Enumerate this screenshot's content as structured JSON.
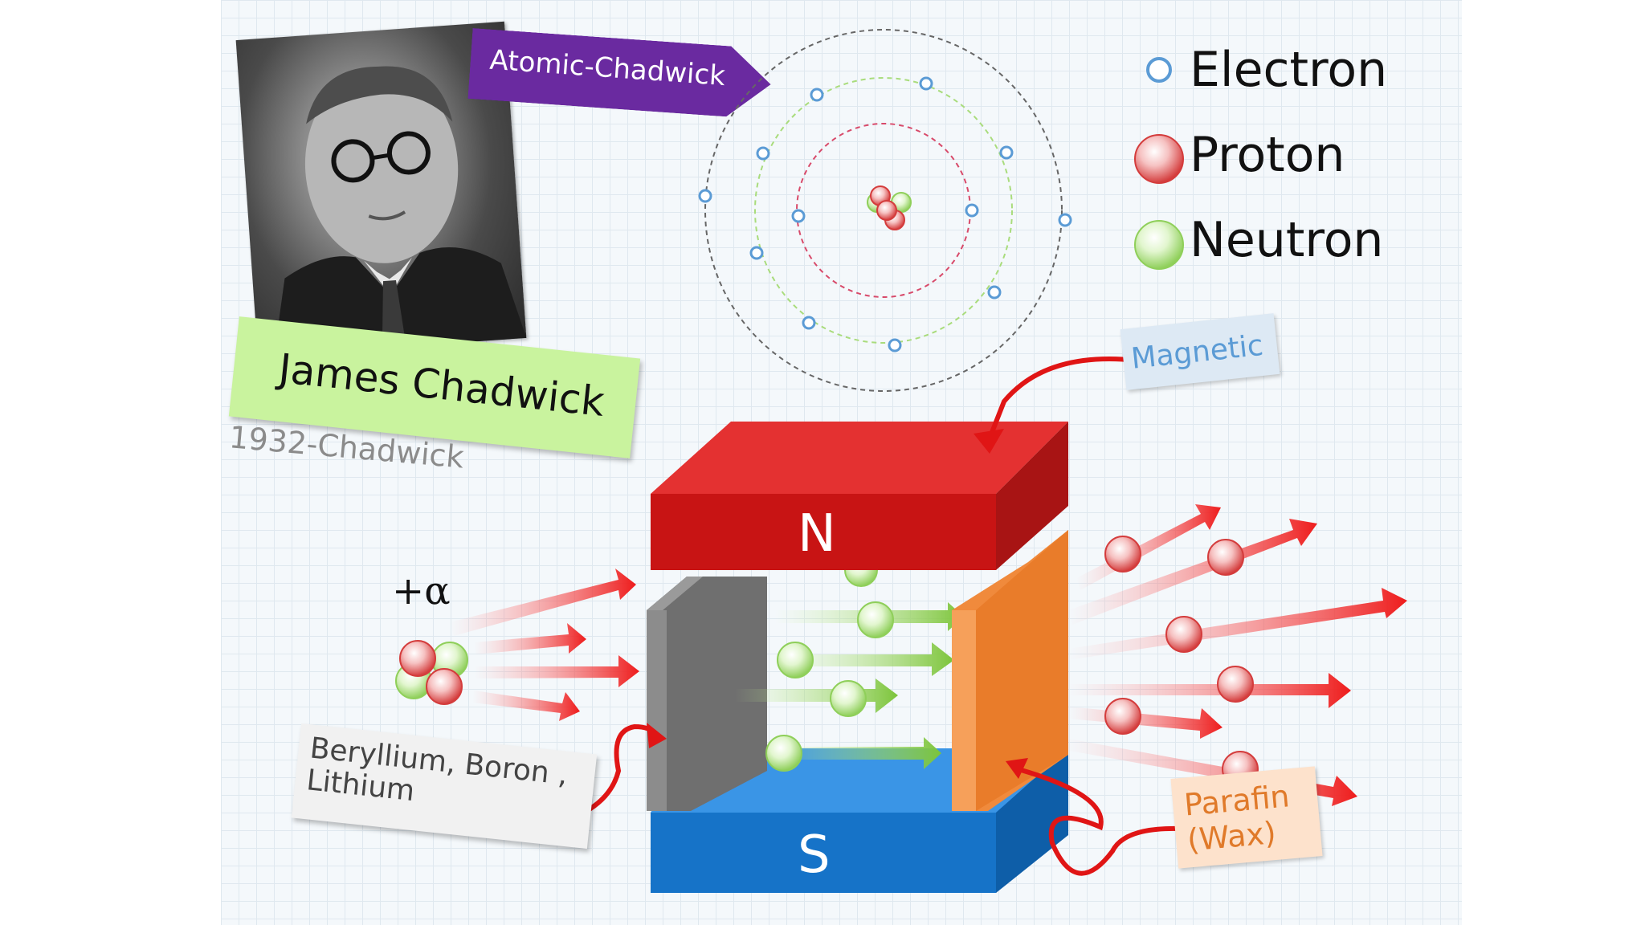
{
  "labels": {
    "atomic_tag": "Atomic-Chadwick",
    "scientist_name": "James Chadwick",
    "year_caption": "1932-Chadwick",
    "magnetic": "Magnetic",
    "materials": "Beryllium, Boron ,\nLithium",
    "parafin": "Parafin\n(Wax)",
    "alpha": "+α",
    "north": "N",
    "south": "S"
  },
  "legend": [
    {
      "label": "Electron",
      "icon": "electron-dot-icon"
    },
    {
      "label": "Proton",
      "icon": "proton-ball-icon"
    },
    {
      "label": "Neutron",
      "icon": "neutron-ball-icon"
    }
  ],
  "colors": {
    "proton": "#e05a5a",
    "neutron": "#a9dc7c",
    "electron": "#5b9bd5",
    "north_pole": "#d42020",
    "south_pole": "#1673c8",
    "tag_purple": "#6a2aa0",
    "paraffin": "#f08a3c",
    "beryllium": "#6f6f6f"
  }
}
